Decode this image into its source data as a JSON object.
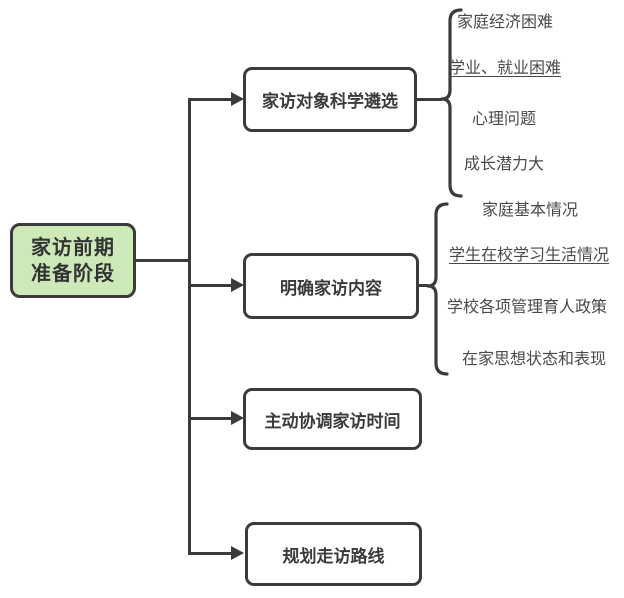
{
  "diagram": {
    "stage": {
      "line1": "家访前期",
      "line2": "准备阶段"
    },
    "boxes": [
      {
        "label": "家访对象科学遴选"
      },
      {
        "label": "明确家访内容"
      },
      {
        "label": "主动协调家访时间"
      },
      {
        "label": "规划走访路线"
      }
    ],
    "groups": [
      {
        "items": [
          {
            "text": "家庭经济困难",
            "underline": false
          },
          {
            "text": "学业、就业困难",
            "underline": true
          },
          {
            "text": "心理问题",
            "underline": false
          },
          {
            "text": "成长潜力大",
            "underline": false
          }
        ]
      },
      {
        "items": [
          {
            "text": "家庭基本情况",
            "underline": false
          },
          {
            "text": "学生在校学习生活情况",
            "underline": true
          },
          {
            "text": "学校各项管理育人政策",
            "underline": false
          },
          {
            "text": "在家思想状态和表现",
            "underline": false
          }
        ]
      }
    ],
    "colors": {
      "background": "#ffffff",
      "stage_fill": "#cde9b8",
      "line": "#3b3b3b",
      "box_border": "#3b3b3b",
      "box_text": "#3b3b3b",
      "item_text": "#4a4a4a"
    }
  }
}
